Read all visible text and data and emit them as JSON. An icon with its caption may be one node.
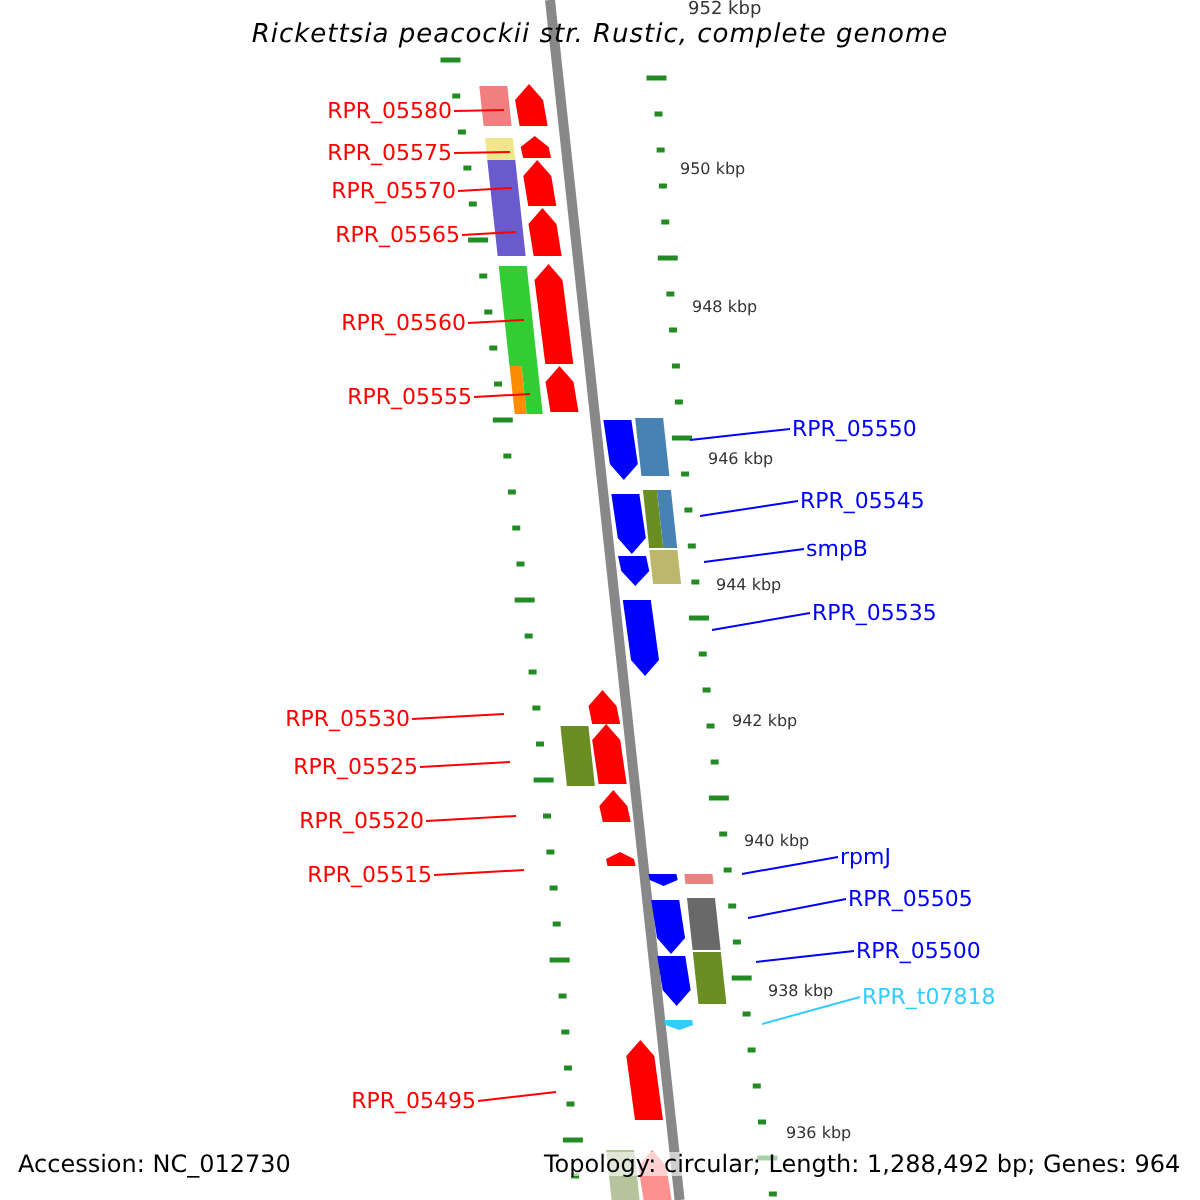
{
  "diagram": {
    "title": "Rickettsia peacockii str. Rustic, complete genome",
    "nodes": [
      {
        "text": [
          "RPR_05580"
        ]
      },
      {
        "text": [
          "RPR_05575"
        ]
      },
      {
        "text": [
          "RPR_05570"
        ]
      },
      {
        "text": [
          "RPR_05565"
        ]
      },
      {
        "text": [
          "RPR_05560"
        ]
      },
      {
        "text": [
          "RPR_05555"
        ]
      },
      {
        "text": [
          "RPR_05550"
        ]
      },
      {
        "text": [
          "RPR_05545"
        ]
      },
      {
        "text": [
          "smpB"
        ]
      },
      {
        "text": [
          "RPR_05535"
        ]
      },
      {
        "text": [
          "RPR_05530"
        ]
      },
      {
        "text": [
          "RPR_05525"
        ]
      },
      {
        "text": [
          "RPR_05520"
        ]
      },
      {
        "text": [
          "RPR_05515"
        ]
      },
      {
        "text": [
          "rpmJ"
        ]
      },
      {
        "text": [
          "RPR_05505"
        ]
      },
      {
        "text": [
          "RPR_05500"
        ]
      },
      {
        "text": [
          "RPR_t07818"
        ]
      },
      {
        "text": [
          "RPR_05495"
        ]
      }
    ],
    "edges": [
      {
        "from": 0,
        "to": null,
        "arrow": "none"
      },
      {
        "from": 1,
        "to": null,
        "arrow": "none"
      },
      {
        "from": 2,
        "to": null,
        "arrow": "none"
      },
      {
        "from": 3,
        "to": null,
        "arrow": "none"
      },
      {
        "from": 4,
        "to": null,
        "arrow": "none"
      },
      {
        "from": 5,
        "to": null,
        "arrow": "none"
      },
      {
        "from": 6,
        "to": null,
        "arrow": "none",
        "color": "#0000ff"
      },
      {
        "from": 7,
        "to": null,
        "arrow": "none",
        "color": "#0000ff"
      },
      {
        "from": 8,
        "to": null,
        "arrow": "none",
        "color": "#0000ff"
      },
      {
        "from": 9,
        "to": null,
        "arrow": "none",
        "color": "#0000ff"
      },
      {
        "from": 10,
        "to": null,
        "arrow": "none"
      },
      {
        "from": 11,
        "to": null,
        "arrow": "none"
      },
      {
        "from": 12,
        "to": null,
        "arrow": "none"
      },
      {
        "from": 13,
        "to": null,
        "arrow": "none"
      },
      {
        "from": 14,
        "to": null,
        "arrow": "none",
        "color": "#0000ff"
      },
      {
        "from": 15,
        "to": null,
        "arrow": "none",
        "color": "#0000ff"
      },
      {
        "from": 16,
        "to": null,
        "arrow": "none",
        "color": "#0000ff"
      },
      {
        "from": 17,
        "to": null,
        "arrow": "none",
        "color": "#33ccff"
      },
      {
        "from": 18,
        "to": null,
        "arrow": "none"
      }
    ],
    "labels": [
      "952 kbp",
      "950 kbp",
      "948 kbp",
      "946 kbp",
      "944 kbp",
      "942 kbp",
      "940 kbp",
      "938 kbp",
      "936 kbp",
      "Accession: NC_012730",
      "Topology: circular; Length: 1,288,492 bp; Genes: 964"
    ]
  }
}
